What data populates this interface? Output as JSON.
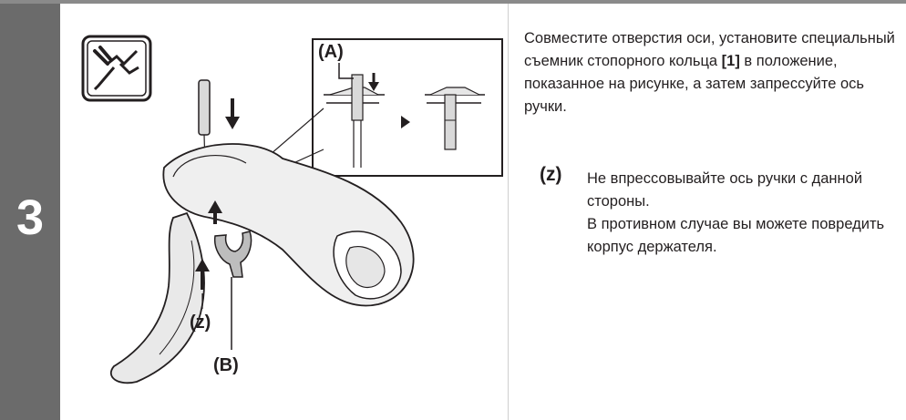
{
  "step": {
    "number": "3"
  },
  "figure": {
    "callout_a": "(A)",
    "callout_b": "(B)",
    "callout_z": "(z)",
    "tool_icon": "special-tool-icon"
  },
  "instruction": {
    "before": "Совместите отверстия оси, установите специальный съемник стопорного кольца ",
    "ref": "[1]",
    "after": " в положение, показанное на рисунке, а затем запрессуйте ось ручки."
  },
  "note": {
    "marker": "(z)",
    "line1": "Не впрессовывайте ось ручки с данной стороны.",
    "line2": "В противном случае вы можете повредить корпус держателя."
  },
  "colors": {
    "step_bar": "#6b6b6b",
    "top_rule": "#8a8a8a",
    "ink": "#231f20"
  }
}
